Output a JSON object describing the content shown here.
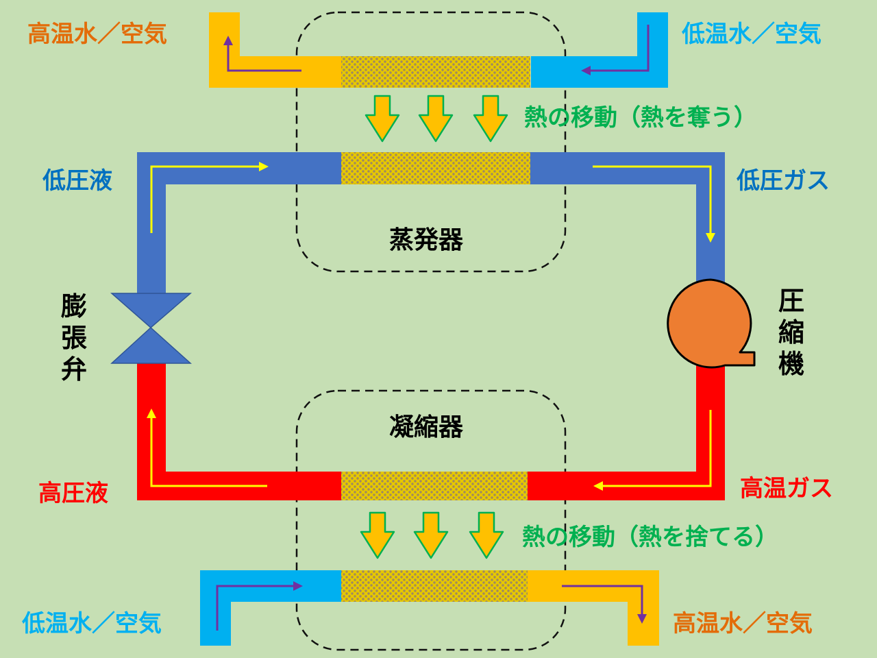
{
  "colors": {
    "background": "#c6dfb4",
    "low_pressure_pipe": "#4472c4",
    "high_pressure_pipe": "#ff0000",
    "warm_fluid": "#ffc000",
    "cold_fluid": "#00b0f0",
    "flow_arrow": "#ffff00",
    "fluid_arrow": "#7030a0",
    "heat_arrow_fill": "#ffc000",
    "heat_arrow_stroke": "#00b050",
    "compressor": "#ed7d31",
    "valve": "#4472c4",
    "text_hot": "#e36c09",
    "text_cold": "#00b0f0",
    "text_low_pressure": "#0070c0",
    "text_high_pressure": "#ff0000",
    "text_heat": "#00b050",
    "text_component": "#000000"
  },
  "labels": {
    "evap_outlet": "高温水／空気",
    "evap_inlet": "低温水／空気",
    "evap_heat": "熱の移動（熱を奪う）",
    "low_pressure_liquid": "低圧液",
    "low_pressure_gas": "低圧ガス",
    "evaporator": "蒸発器",
    "expansion_valve": "膨張弁",
    "compressor": "圧縮機",
    "condenser": "凝縮器",
    "high_pressure_liquid": "高圧液",
    "high_temp_gas": "高温ガス",
    "cond_heat": "熱の移動（熱を捨てる）",
    "cond_inlet": "低温水／空気",
    "cond_outlet": "高温水／空気"
  }
}
